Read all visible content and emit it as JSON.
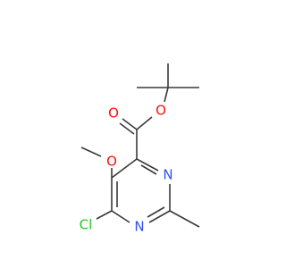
{
  "colors": {
    "bond": "#3a3a3a",
    "oxygen": "#ff0d0d",
    "nitrogen": "#3050f8",
    "chlorine": "#1fcc1f"
  },
  "atoms": {
    "o_carbonyl": "O",
    "o_ester": "O",
    "o_methoxy": "O",
    "n3": "N",
    "n1": "N",
    "cl": "Cl"
  }
}
